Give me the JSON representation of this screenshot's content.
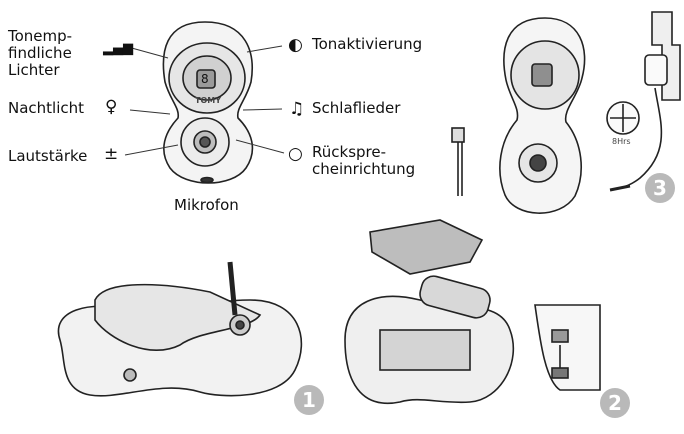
{
  "labels": {
    "lights": "Tonemp-\nfindliche\nLichter",
    "night_light": "Nachtlicht",
    "volume": "Lautstärke",
    "microphone": "Mikrofon",
    "sound_activation": "Tonaktivierung",
    "lullabies": "Schlaflieder",
    "talkback": "Rückspre-\ncheinrichtung"
  },
  "icons": {
    "lights": "signal-bars-icon",
    "night_light": "light-bulb-icon",
    "volume": "plus-minus-icon",
    "sound_activation": "ear-icon",
    "lullabies": "music-note-icon",
    "talkback": "speech-bubble-icon"
  },
  "device": {
    "brand": "TOMY",
    "display": "8"
  },
  "charge": {
    "clock_label": "8Hrs"
  },
  "steps": [
    "1",
    "2",
    "3"
  ]
}
